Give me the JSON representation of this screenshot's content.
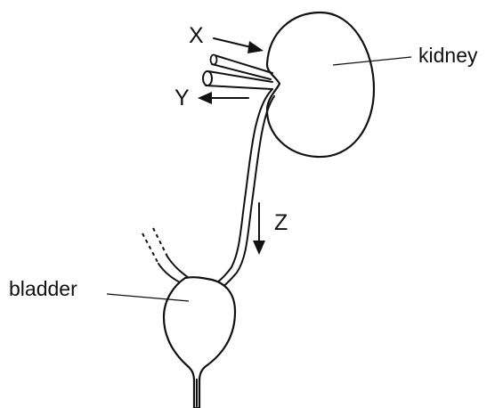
{
  "labels": {
    "x_arrow": "X",
    "y_arrow": "Y",
    "z_arrow": "Z",
    "kidney": "kidney",
    "bladder": "bladder"
  }
}
